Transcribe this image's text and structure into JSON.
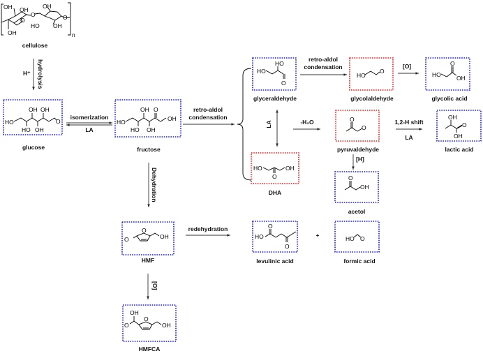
{
  "colors": {
    "stable_product_box": "#1a1aee",
    "intermediate_box": "#ee1a1a"
  },
  "compounds": {
    "cellulose": "cellulose",
    "glucose": "glucose",
    "fructose": "fructose",
    "glyceraldehyde": "glyceraldehyde",
    "glycolaldehyde": "glycolaldehyde",
    "glycolic_acid": "glycolic acid",
    "pyruvaldehyde": "pyruvaldehyde",
    "lactic_acid": "lactic acid",
    "dha": "DHA",
    "acetol": "acetol",
    "hmf": "HMF",
    "levulinic_acid": "levulinic acid",
    "formic_acid": "formic acid",
    "hmfca": "HMFCA"
  },
  "conditions": {
    "h_plus": "H⁺",
    "hydrolysis": "hydrolysis",
    "isomerization": "isomerization",
    "la_isomerization": "LA",
    "retro_aldol_1a": "retro-aldol",
    "retro_aldol_1b": "condensation",
    "retro_aldol_2a": "retro-aldol",
    "retro_aldol_2b": "condensation",
    "oxidation_1": "[O]",
    "la_tautomer": "LA",
    "minus_water": "-H₂O",
    "shift": "1,2-H shift",
    "la_shift": "LA",
    "hydrogenation": "[H]",
    "dehydration": "Dehydration",
    "redehydration": "redehydration",
    "plus": "+",
    "oxidation_2": "[O]"
  },
  "atoms": {
    "cellulose": [
      "OH",
      "OH",
      "O",
      "OH",
      "O",
      "HO",
      "OH",
      "O",
      "OH",
      "n"
    ],
    "glucose": [
      "HO",
      "OH",
      "OH",
      "HO",
      "OH",
      "O"
    ],
    "fructose": [
      "HO",
      "OH",
      "O",
      "HO",
      "OH",
      "OH"
    ],
    "glyceraldehyde": [
      "HO",
      "HO",
      "O"
    ],
    "glycolaldehyde": [
      "HO",
      "O"
    ],
    "glycolic_acid": [
      "O",
      "HO",
      "OH"
    ],
    "pyruvaldehyde": [
      "O",
      "O"
    ],
    "lactic_acid": [
      "OH",
      "O",
      "OH"
    ],
    "dha": [
      "HO",
      "O",
      "OH"
    ],
    "acetol": [
      "O",
      "OH"
    ],
    "hmf": [
      "O",
      "O",
      "OH"
    ],
    "levulinic_acid": [
      "O",
      "HO",
      "O"
    ],
    "formic_acid": [
      "HO",
      "O"
    ],
    "hmfca": [
      "OH",
      "O",
      "O",
      "OH"
    ]
  }
}
